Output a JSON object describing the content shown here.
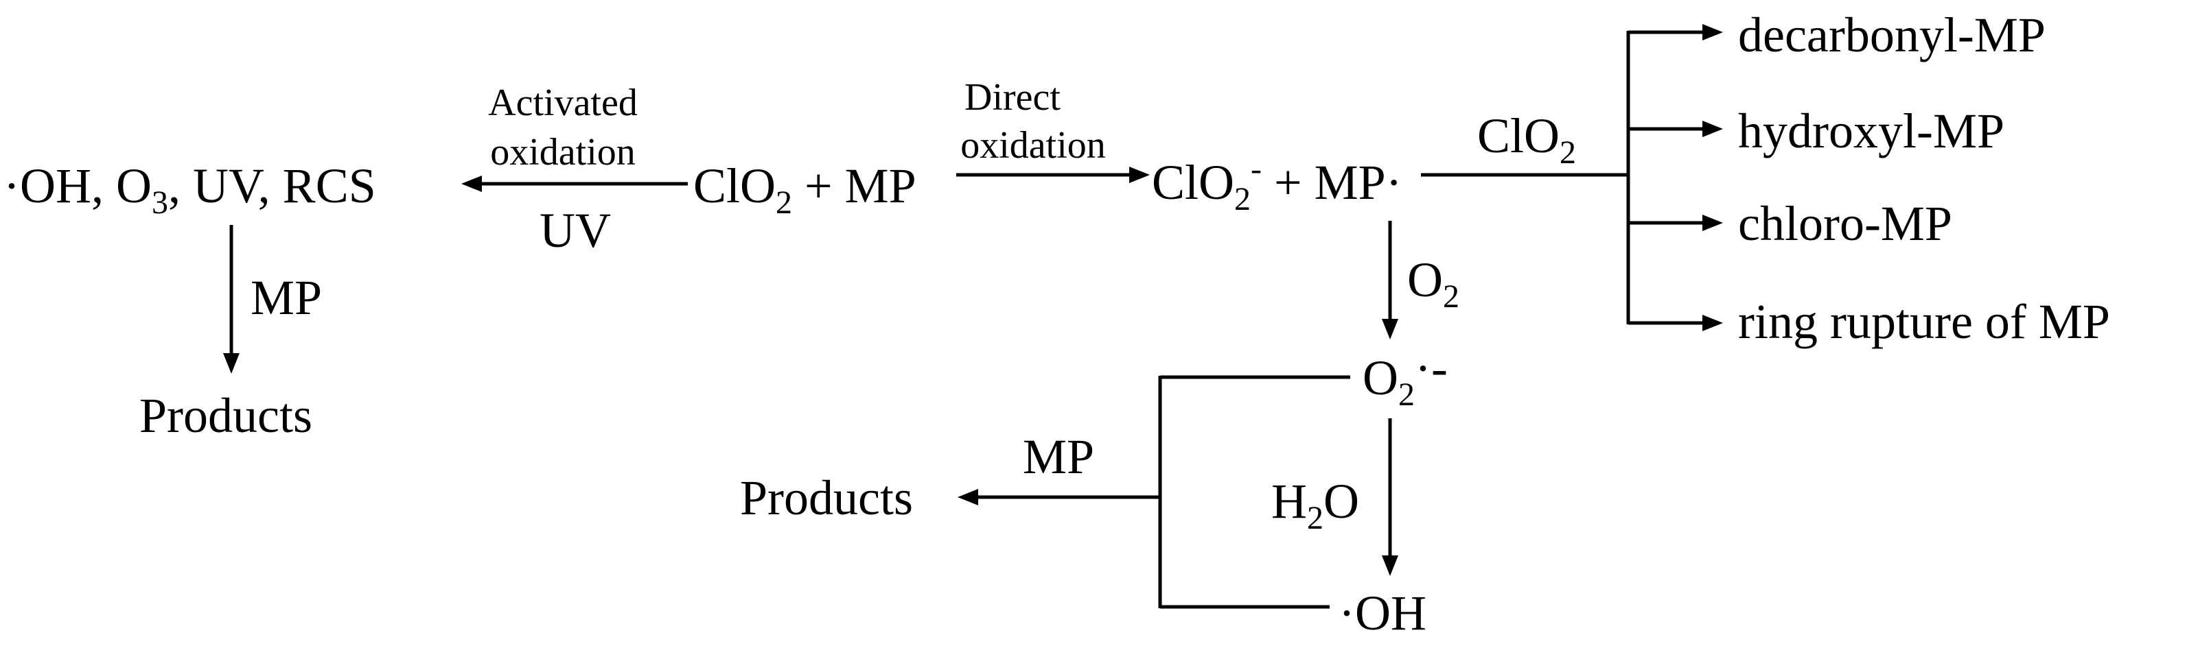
{
  "species": {
    "activated_list": {
      "a": "·OH, O",
      "b": "3",
      "c": ", UV, RCS"
    },
    "reactants": {
      "a": "ClO",
      "b": "2",
      "c": " + MP"
    },
    "radical_pair": {
      "a": "ClO",
      "b": "2",
      "c": "-",
      "d": " + MP·"
    },
    "superoxide": {
      "a": "O",
      "b": "2",
      "c": "·-"
    },
    "hydroxyl_radical": "·OH",
    "products_left": "Products",
    "products_bottom": "Products"
  },
  "labels": {
    "activated_line1": "Activated",
    "activated_line2": "oxidation",
    "uv": "UV",
    "direct_line1": "Direct",
    "direct_line2": "oxidation",
    "mp_down": "MP",
    "o2": {
      "a": "O",
      "b": "2"
    },
    "clo2_branch": {
      "a": "ClO",
      "b": "2"
    },
    "h2o": {
      "a": "H",
      "b": "2",
      "c": "O"
    },
    "mp_left": "MP"
  },
  "products": [
    "decarbonyl-MP",
    "hydroxyl-MP",
    "chloro-MP",
    "ring rupture of MP"
  ]
}
